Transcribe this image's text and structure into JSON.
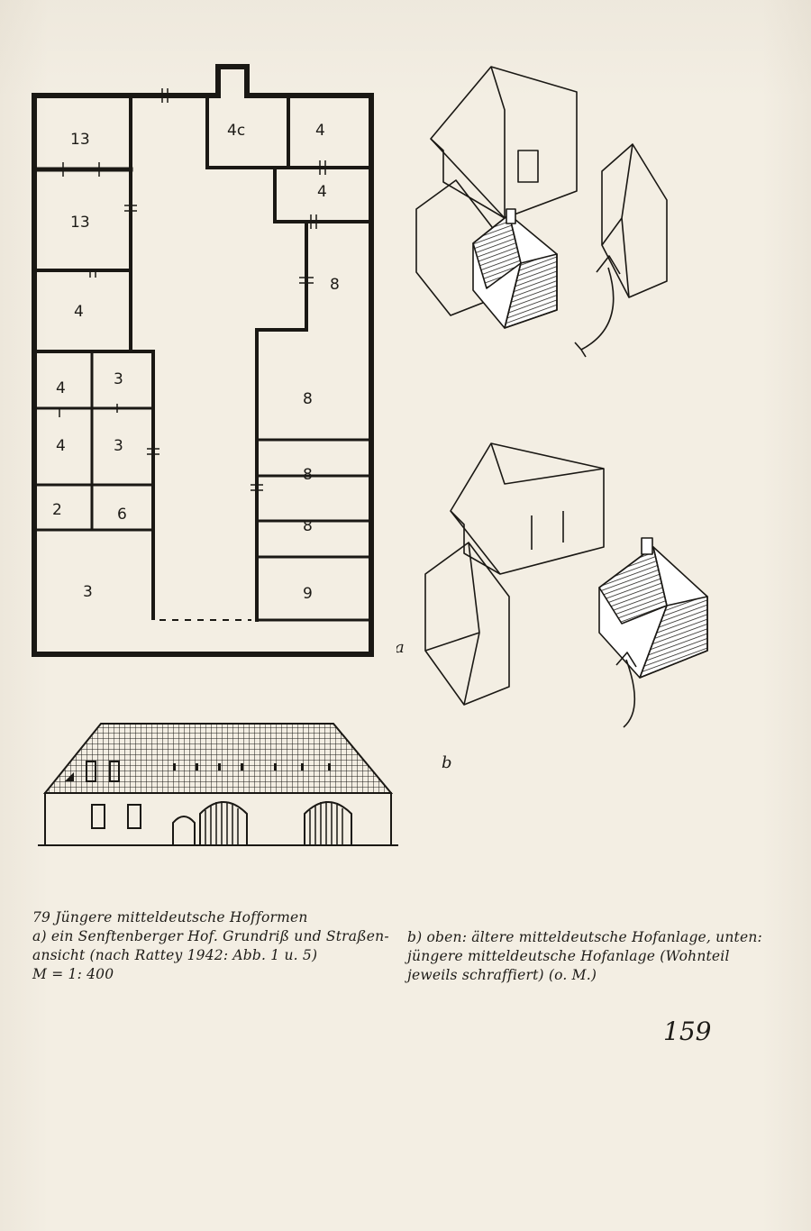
{
  "figure": {
    "number": "79",
    "floor_plan": {
      "rooms": [
        "13",
        "13",
        "4",
        "4c",
        "4",
        "4",
        "3",
        "4",
        "3",
        "2",
        "6",
        "3",
        "4",
        "8",
        "8",
        "8",
        "8",
        "9"
      ]
    },
    "isometric": {
      "label_a": "a",
      "label_b": "b"
    }
  },
  "caption_left": {
    "line1": "79 Jüngere mitteldeutsche Hofformen",
    "line2": "a) ein Senftenberger Hof. Grundriß und Straßen-",
    "line3": "ansicht (nach Rattey 1942: Abb. 1 u. 5)",
    "line4": "M = 1: 400"
  },
  "caption_right": {
    "line1": "b) oben: ältere mitteldeutsche Hofanlage, unten:",
    "line2": "jüngere mitteldeutsche Hofanlage (Wohnteil",
    "line3": "jeweils schraffiert) (o. M.)"
  },
  "page_number": "159"
}
